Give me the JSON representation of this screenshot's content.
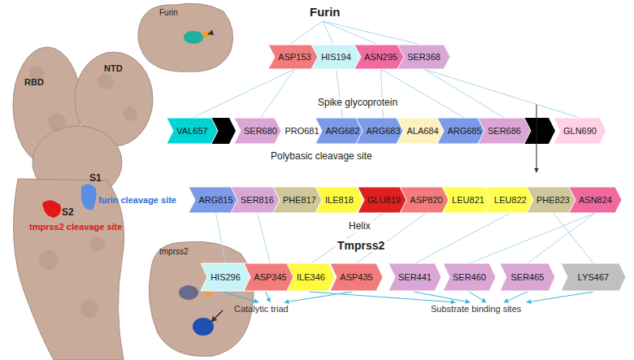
{
  "diagram": {
    "nodes": [
      {
        "text": [
          "ASP153"
        ]
      },
      {
        "text": [
          "HIS194"
        ]
      },
      {
        "text": [
          "ASN295"
        ]
      },
      {
        "text": [
          "SER368"
        ]
      },
      {
        "text": [
          "VAL657"
        ]
      },
      {
        "text": [
          "SER680"
        ]
      },
      {
        "text": [
          "PRO681"
        ]
      },
      {
        "text": [
          "ARG682"
        ]
      },
      {
        "text": [
          "ARG683"
        ]
      },
      {
        "text": [
          "ALA684"
        ]
      },
      {
        "text": [
          "ARG685"
        ]
      },
      {
        "text": [
          "SER686"
        ]
      },
      {
        "text": [
          "GLN690"
        ]
      },
      {
        "text": [
          "ARG815"
        ]
      },
      {
        "text": [
          "SER816"
        ]
      },
      {
        "text": [
          "PHE817"
        ]
      },
      {
        "text": [
          "ILE818"
        ]
      },
      {
        "text": [
          "GLU819"
        ]
      },
      {
        "text": [
          "ASP820"
        ]
      },
      {
        "text": [
          "LEU821"
        ]
      },
      {
        "text": [
          "LEU822"
        ]
      },
      {
        "text": [
          "PHE823"
        ]
      },
      {
        "text": [
          "ASN824"
        ]
      },
      {
        "text": [
          "HIS296"
        ]
      },
      {
        "text": [
          "ASP345"
        ]
      },
      {
        "text": [
          "ILE346"
        ]
      },
      {
        "text": [
          "ASP435"
        ]
      },
      {
        "text": [
          "SER441"
        ]
      },
      {
        "text": [
          "SER460"
        ]
      },
      {
        "text": [
          "SER465"
        ]
      },
      {
        "text": [
          "LYS467"
        ]
      }
    ],
    "edges": [
      {
        "from": 0,
        "to": 4,
        "arrow": "none"
      },
      {
        "from": 0,
        "to": 5,
        "arrow": "none"
      },
      {
        "from": 1,
        "to": 7,
        "arrow": "none"
      },
      {
        "from": 2,
        "to": 8,
        "arrow": "none"
      },
      {
        "from": 2,
        "to": 10,
        "arrow": "none"
      },
      {
        "from": 3,
        "to": 11,
        "arrow": "none"
      },
      {
        "from": 3,
        "to": 12,
        "arrow": "none"
      },
      {
        "from": 23,
        "to": 13,
        "arrow": "none"
      },
      {
        "from": 24,
        "to": 14,
        "arrow": "none"
      },
      {
        "from": 25,
        "to": 17,
        "arrow": "none"
      },
      {
        "from": 26,
        "to": 18,
        "arrow": "none"
      },
      {
        "from": 27,
        "to": 20,
        "arrow": "none"
      },
      {
        "from": 28,
        "to": 22,
        "arrow": "none"
      },
      {
        "from": 29,
        "to": 22,
        "arrow": "none"
      },
      {
        "from": 30,
        "to": 21,
        "arrow": "none"
      }
    ],
    "labels": [
      "Furin",
      "Spike glycoprotein",
      "Polybasic cleavage site",
      "Helix",
      "Tmprss2",
      "Catalytic triad",
      "Substrate binding sites",
      "RBD",
      "NTD",
      "S1",
      "S2",
      "furin cleavage site",
      "tmprss2 cleavage site",
      "Furin",
      "tmprss2"
    ]
  }
}
